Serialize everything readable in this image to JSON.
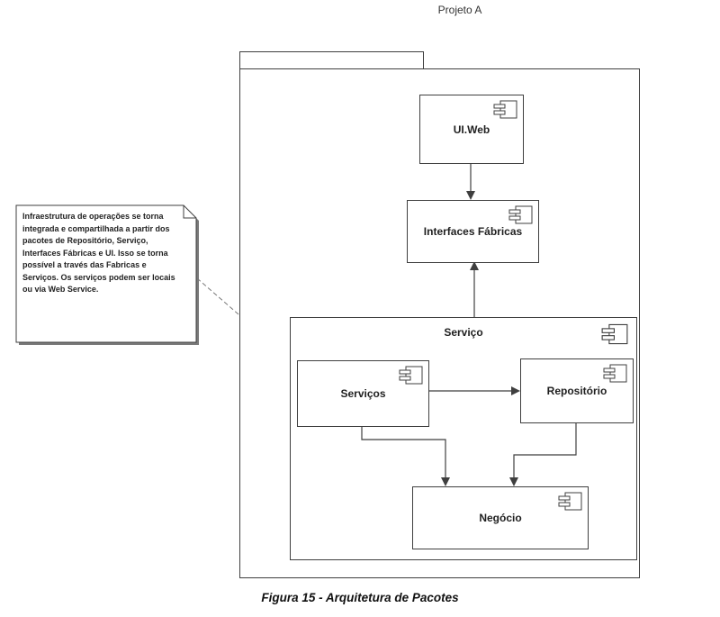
{
  "page": {
    "title": "Projeto A",
    "caption": "Figura 15 - Arquitetura de Pacotes"
  },
  "note": {
    "text": "Infraestrutura de operações se torna integrada e compartilhada a partir dos pacotes de Repositório, Serviço, Interfaces Fábricas e UI. Isso se torna possível a través das Fabricas e Serviços. Os serviços podem ser locais ou via Web Service."
  },
  "components": {
    "ui_web": {
      "label": "UI.Web"
    },
    "interfaces_fabricas": {
      "label": "Interfaces Fábricas"
    },
    "servico": {
      "label": "Serviço"
    },
    "servicos": {
      "label": "Serviços"
    },
    "repositorio": {
      "label": "Repositório"
    },
    "negocio": {
      "label": "Negócio"
    }
  },
  "colors": {
    "line": "#3f3f3f",
    "background": "#ffffff",
    "note_shadow": "#7a7a7a"
  }
}
